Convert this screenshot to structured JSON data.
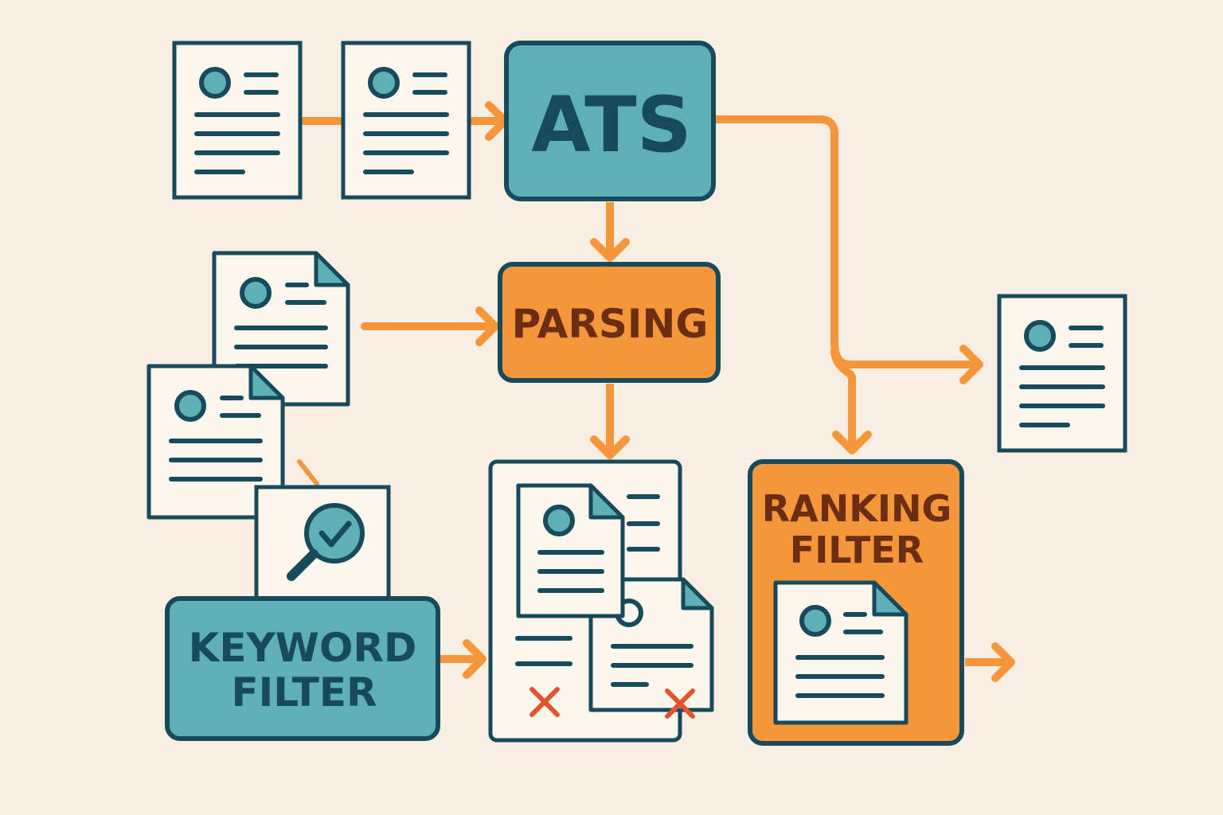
{
  "colors": {
    "background": "#f8efe2",
    "teal": "#5fb0b4",
    "orange": "#f6963a",
    "navy": "#174a5b",
    "dark_text": "#6b2e12",
    "paper": "#fbf6ee",
    "reject": "#e4542c"
  },
  "nodes": {
    "ats": {
      "label": "ATS"
    },
    "parsing": {
      "label": "PARSING"
    },
    "keyword_filter": {
      "line1": "KEYWORD",
      "line2": "FILTER"
    },
    "ranking_filter": {
      "line1": "RANKING",
      "line2": "FILTER"
    }
  },
  "icons": [
    "resume-icon",
    "magnifier-check-icon",
    "reject-x-icon",
    "arrow-right-icon",
    "arrow-down-icon"
  ]
}
